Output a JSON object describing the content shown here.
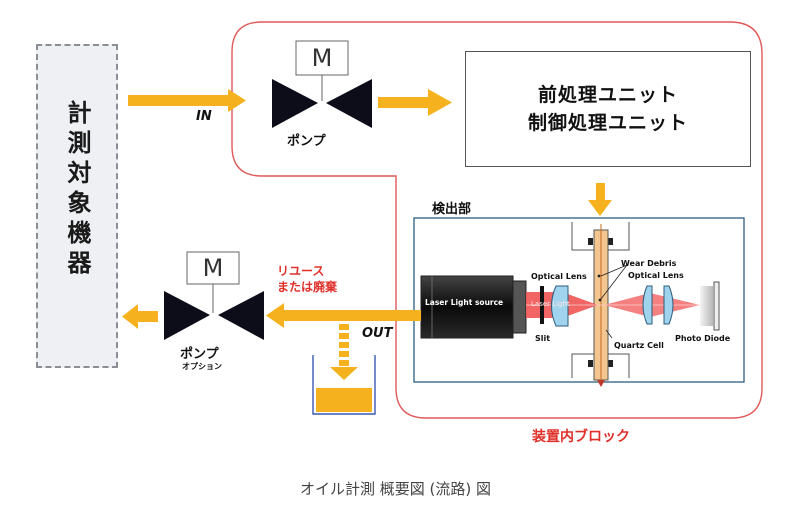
{
  "diagram": {
    "device": {
      "label": "計測対象機器"
    },
    "flow_in_label": "IN",
    "flow_out_label": "OUT",
    "pump_top": {
      "motor_label": "M",
      "label": "ポンプ"
    },
    "pump_bottom": {
      "motor_label": "M",
      "label": "ポンプ",
      "sublabel": "オプション"
    },
    "processing_unit": {
      "line1": "前処理ユニット",
      "line2": "制御処理ユニット"
    },
    "detector": {
      "title": "検出部",
      "laser_source": "Laser Light source",
      "laser_light": "Laser Light",
      "optical_lens_1": "Optical Lens",
      "slit": "Slit",
      "wear_debris": "Wear Debris",
      "optical_lens_2": "Optical Lens",
      "quartz_cell": "Quartz Cell",
      "photo_diode": "Photo Diode"
    },
    "reuse_label_line1": "リユース",
    "reuse_label_line2": "または廃棄",
    "block_label": "装置内ブロック",
    "colors": {
      "flow_arrow": "#f5b21e",
      "block_border": "#e05a5a",
      "block_label": "#e0302a",
      "detector_border": "#3a6a8a",
      "valve": "#0d0d1a",
      "laser": "#f03a3a",
      "lens": "#9fd3ee"
    }
  },
  "caption": "オイル計測 概要図 (流路) 図"
}
